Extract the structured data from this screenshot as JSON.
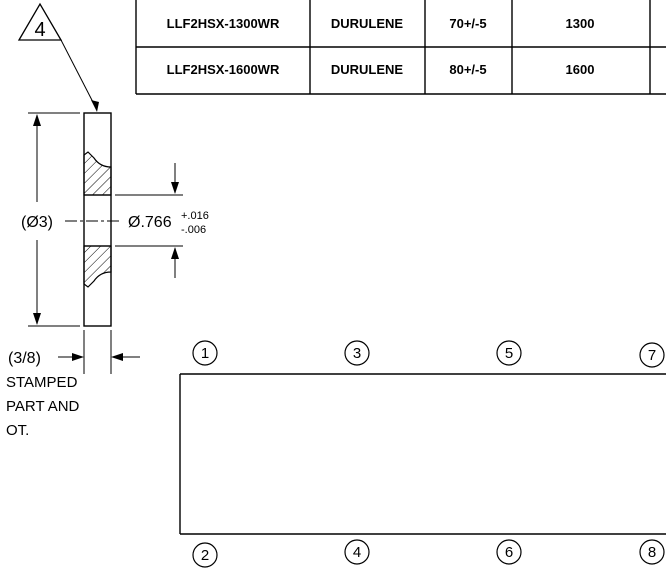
{
  "spec_table": {
    "rows": [
      {
        "part": "LLF2HSX-1300WR",
        "material": "DURULENE",
        "hardness": "70+/-5",
        "value": "1300"
      },
      {
        "part": "LLF2HSX-1600WR",
        "material": "DURULENE",
        "hardness": "80+/-5",
        "value": "1600"
      }
    ]
  },
  "flag_note": {
    "number": "4"
  },
  "dimensions": {
    "outer_diameter": "(Ø3)",
    "bore_diameter": "Ø.766",
    "bore_tol_upper": "+.016",
    "bore_tol_lower": "-.006",
    "thickness": "(3/8)"
  },
  "note": {
    "line1": "STAMPED",
    "line2": "PART AND",
    "line3": "OT."
  },
  "balloons": {
    "top": [
      "1",
      "3",
      "5",
      "7"
    ],
    "bottom": [
      "2",
      "4",
      "6",
      "8"
    ]
  }
}
